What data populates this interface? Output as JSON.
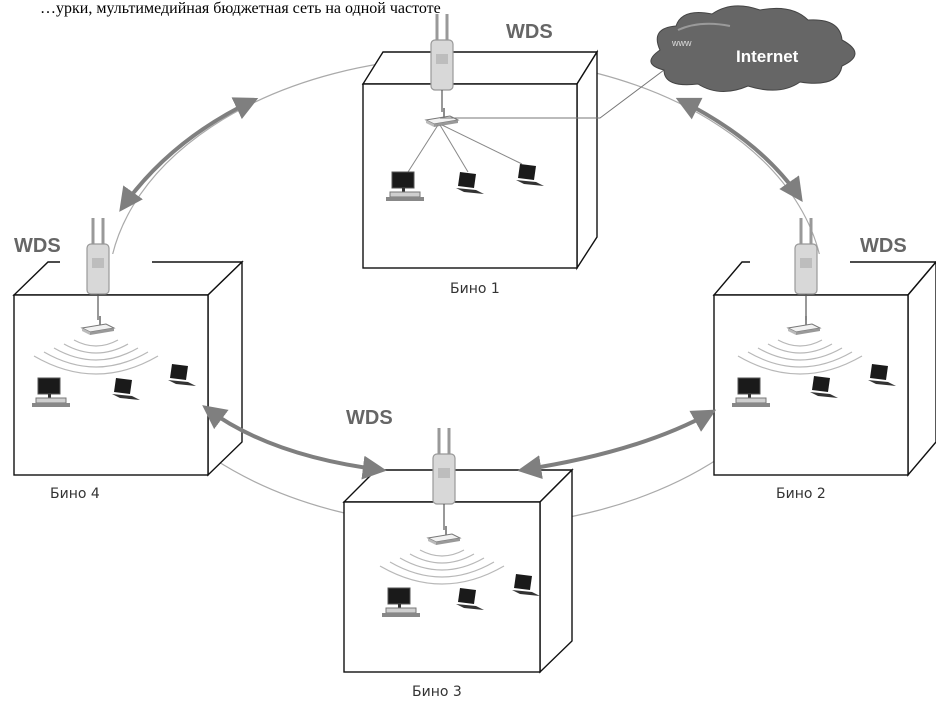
{
  "header_text": "…урки, мультимедийная бюджетная сеть на одной частоте",
  "labels": {
    "internet": "Internet",
    "www": "www",
    "wds_top": "WDS",
    "wds_left": "WDS",
    "wds_right": "WDS",
    "wds_bottom": "WDS",
    "building_1": "Бино 1",
    "building_2": "Бино 2",
    "building_3": "Бино 3",
    "building_4": "Бино 4"
  },
  "colors": {
    "arrow": "#7f7f7f",
    "ring": "#aaaaaa",
    "cloud": "#666666",
    "waves": "#b8b8b8",
    "outline": "#111111"
  }
}
